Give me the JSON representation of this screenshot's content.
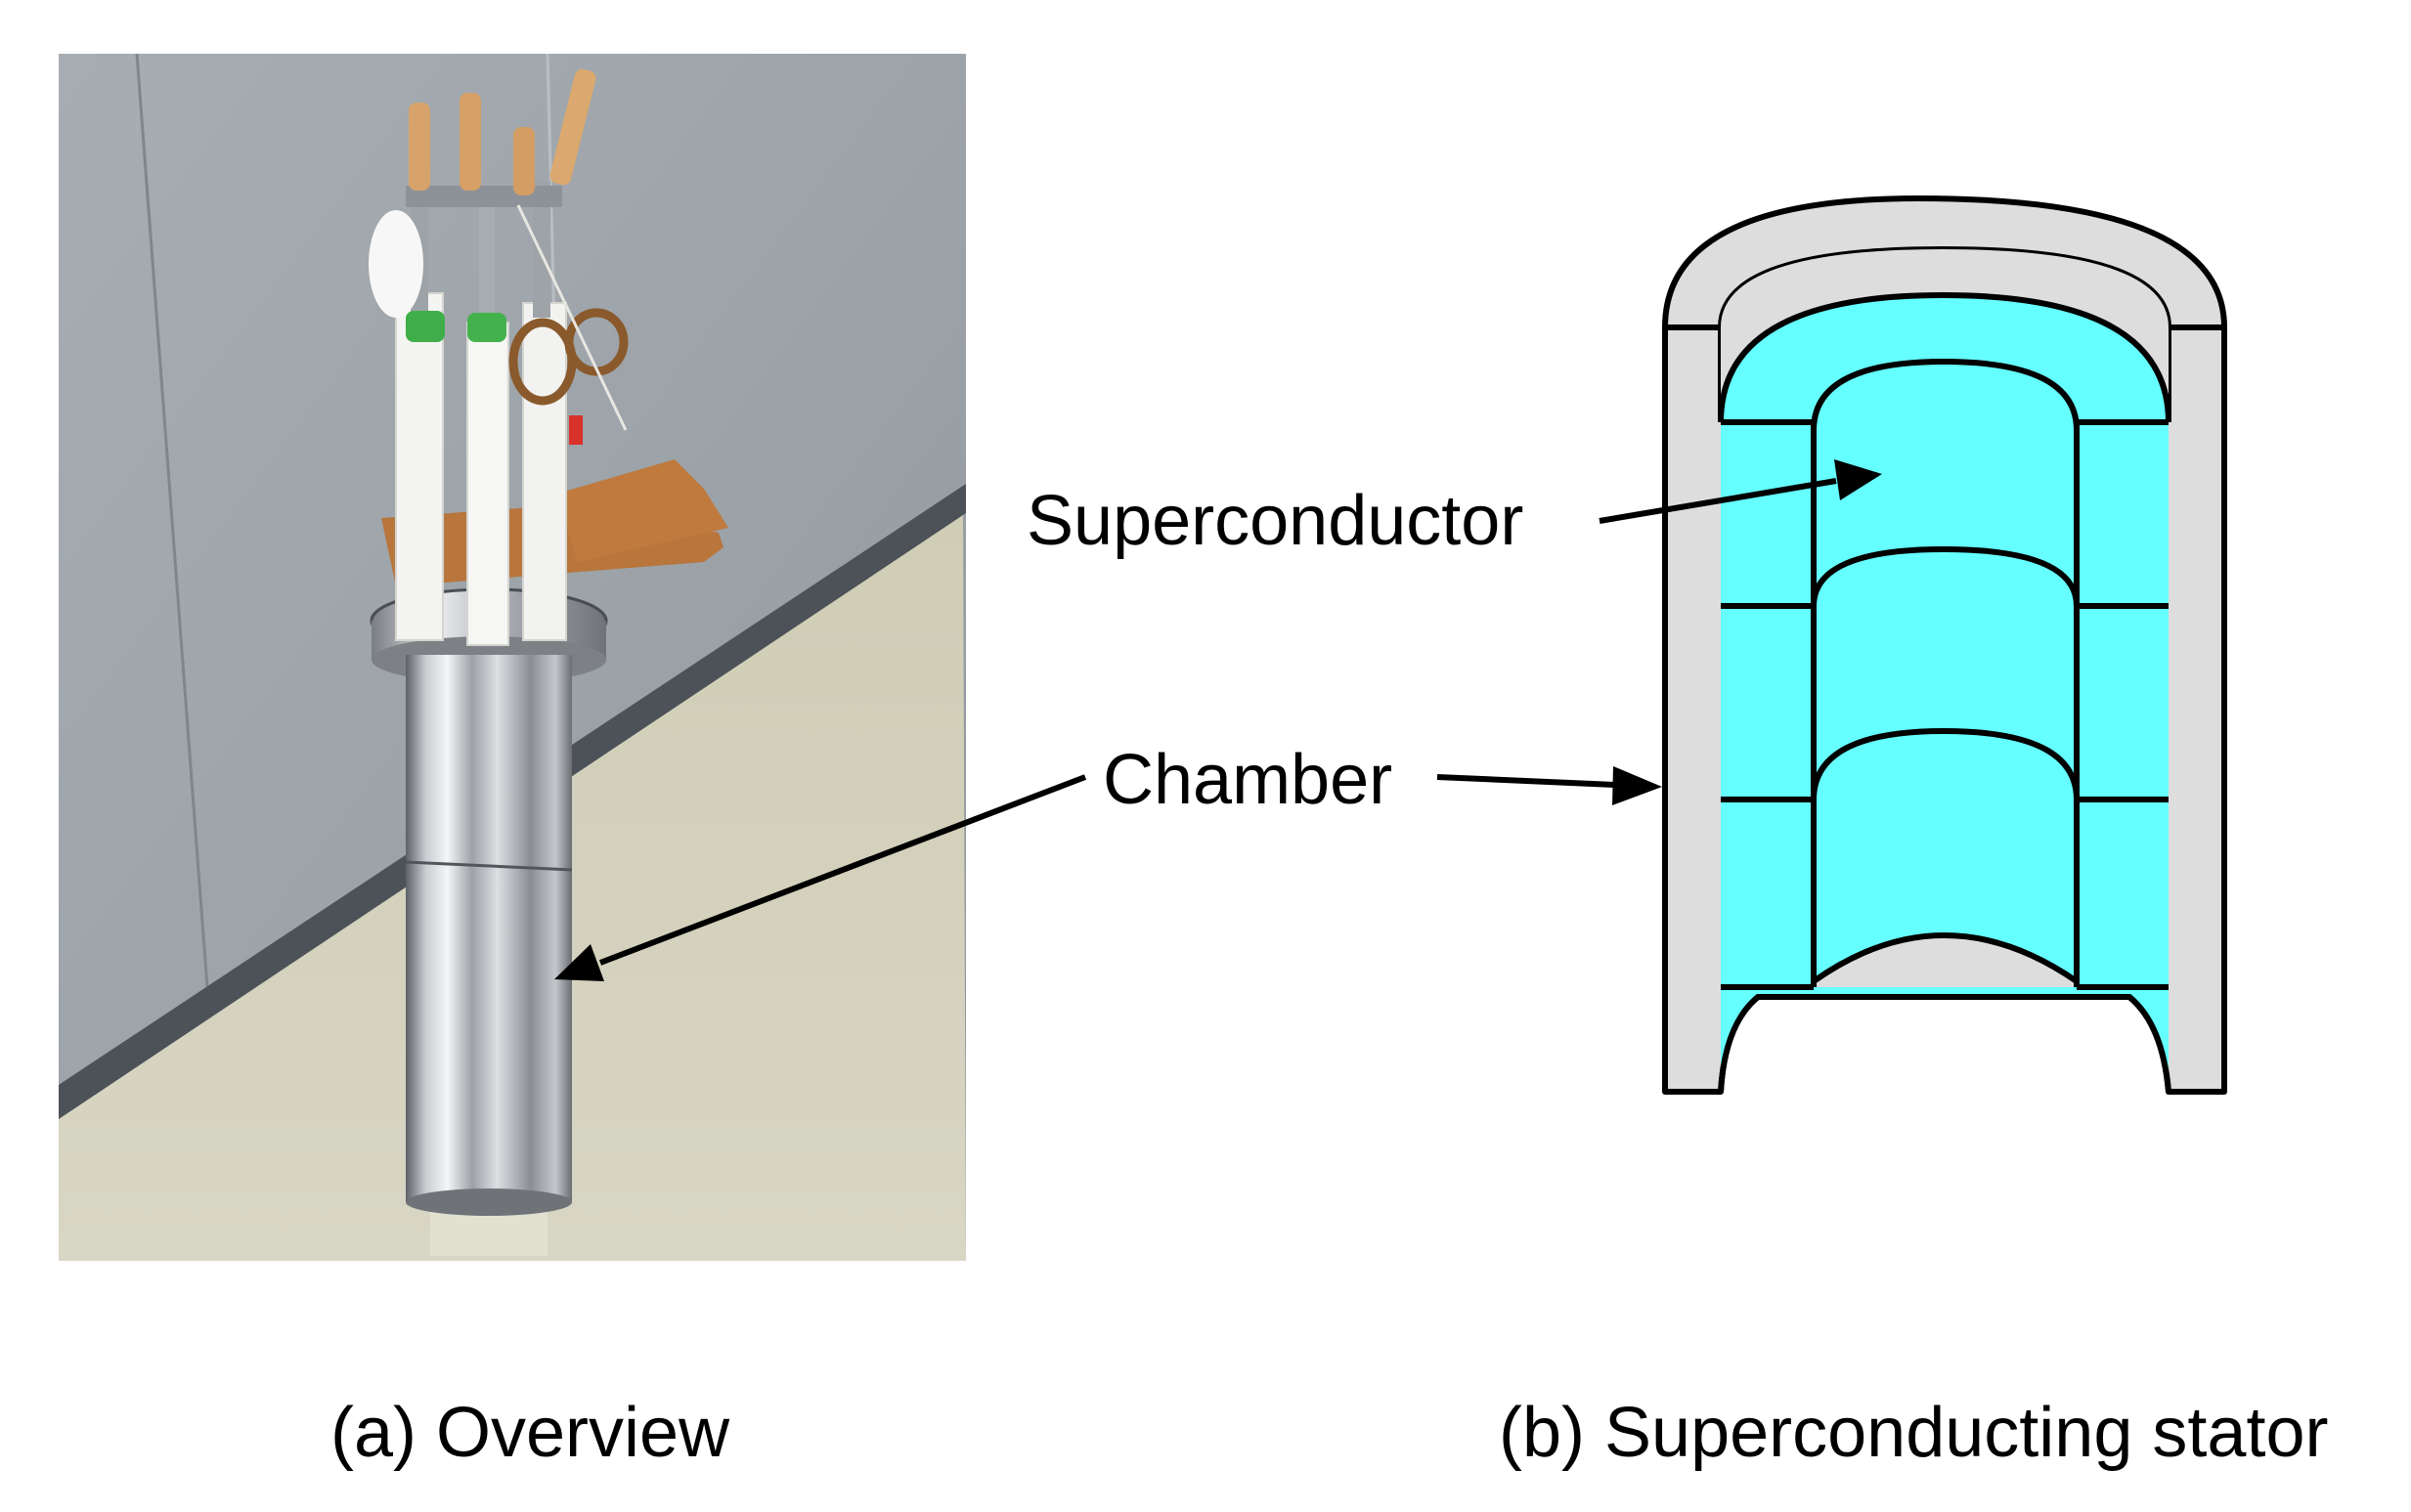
{
  "labels": {
    "superconductor": "Superconductor",
    "chamber": "Chamber"
  },
  "captions": {
    "a": "(a) Overview",
    "b": "(b) Superconducting stator"
  },
  "colors": {
    "superconductor_fill": "#66FFFF",
    "chamber_fill": "#DDDDDD",
    "outline": "#000000",
    "background": "#FFFFFF"
  }
}
